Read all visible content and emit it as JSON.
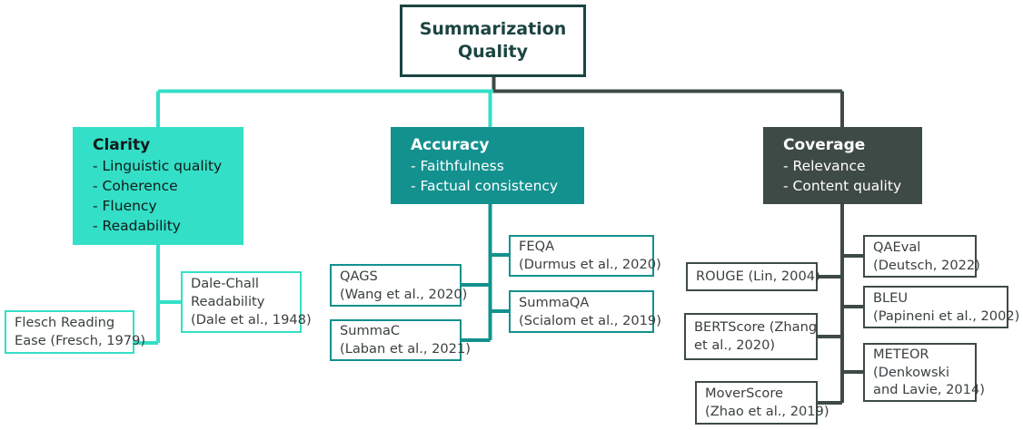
{
  "diagram": {
    "title": "Summarization Quality taxonomy",
    "colors": {
      "root_border": "#1b4441",
      "clarity": "#33dfc6",
      "accuracy": "#13918f",
      "coverage": "#3e4a45",
      "leaf_text": "#3a3f41",
      "background": "#ffffff"
    },
    "root": {
      "label_line1": "Summarization",
      "label_line2": "Quality"
    },
    "categories": [
      {
        "key": "clarity",
        "title": "Clarity",
        "bullets": [
          "- Linguistic quality",
          "- Coherence",
          "- Fluency",
          "- Readability"
        ],
        "leaves": [
          {
            "lines": [
              "Dale-Chall",
              "Readability",
              "(Dale et al., 1948)"
            ]
          },
          {
            "lines": [
              "Flesch Reading",
              "Ease (Fresch, 1979)"
            ]
          }
        ]
      },
      {
        "key": "accuracy",
        "title": "Accuracy",
        "bullets": [
          "- Faithfulness",
          "- Factual consistency"
        ],
        "leaves": [
          {
            "lines": [
              "FEQA",
              "(Durmus et al., 2020)"
            ]
          },
          {
            "lines": [
              "QAGS",
              "(Wang et al., 2020)"
            ]
          },
          {
            "lines": [
              "SummaQA",
              "(Scialom et al., 2019)"
            ]
          },
          {
            "lines": [
              "SummaC",
              "(Laban et al., 2021)"
            ]
          }
        ]
      },
      {
        "key": "coverage",
        "title": "Coverage",
        "bullets": [
          "- Relevance",
          "- Content quality"
        ],
        "leaves": [
          {
            "lines": [
              "QAEval",
              "(Deutsch, 2022)"
            ]
          },
          {
            "lines": [
              "ROUGE (Lin, 2004)"
            ]
          },
          {
            "lines": [
              "BLEU",
              "(Papineni et al., 2002)"
            ]
          },
          {
            "lines": [
              "BERTScore (Zhang",
              " et al., 2020)"
            ]
          },
          {
            "lines": [
              "METEOR",
              "(Denkowski",
              "and Lavie, 2014)"
            ]
          },
          {
            "lines": [
              "MoverScore",
              "(Zhao et al., 2019)"
            ]
          }
        ]
      }
    ]
  }
}
